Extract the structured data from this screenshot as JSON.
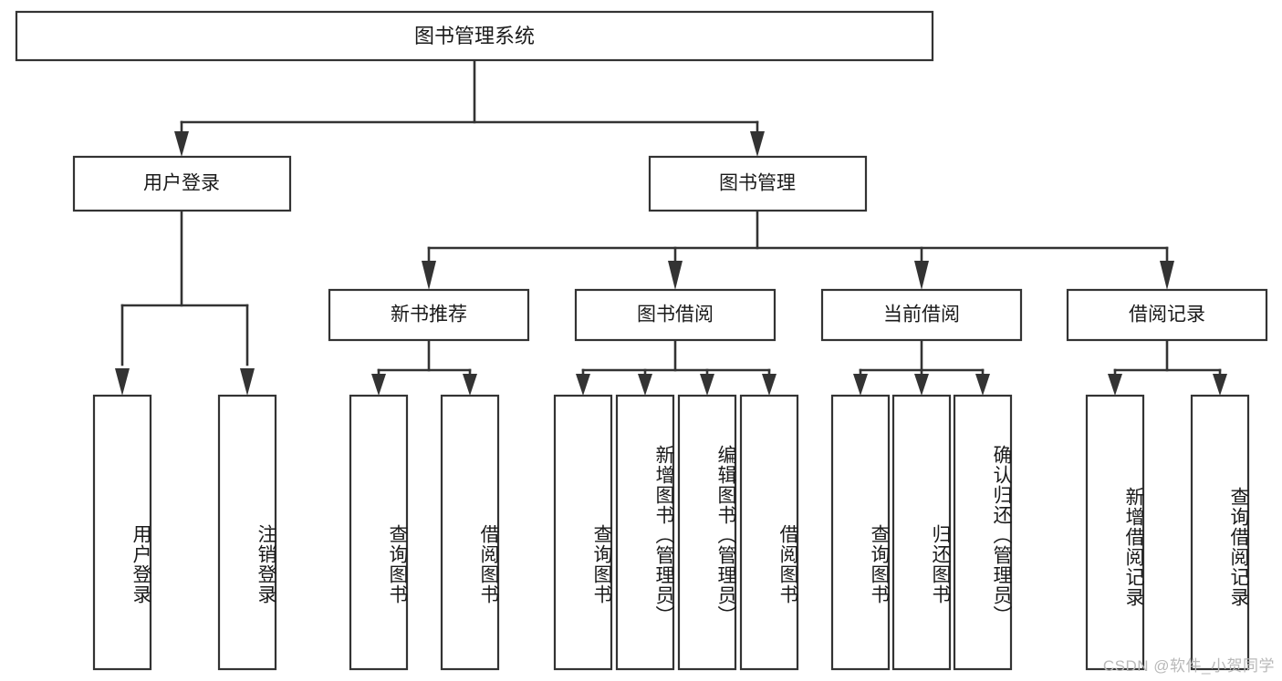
{
  "diagram": {
    "title": "图书管理系统",
    "type": "tree-hierarchy",
    "watermark": "CSDN @软件_小贺同学",
    "root": {
      "id": "root",
      "label": "图书管理系统"
    },
    "level2": [
      {
        "id": "user-login",
        "label": "用户登录"
      },
      {
        "id": "book-manage",
        "label": "图书管理"
      }
    ],
    "level3": [
      {
        "id": "new-book-rec",
        "label": "新书推荐",
        "parent": "book-manage"
      },
      {
        "id": "book-borrow",
        "label": "图书借阅",
        "parent": "book-manage"
      },
      {
        "id": "current-borrow",
        "label": "当前借阅",
        "parent": "book-manage"
      },
      {
        "id": "borrow-record",
        "label": "借阅记录",
        "parent": "book-manage"
      }
    ],
    "leaves": {
      "user-login": [
        {
          "id": "leaf-user-login",
          "label": "用户登录"
        },
        {
          "id": "leaf-logout",
          "label": "注销登录"
        }
      ],
      "new-book-rec": [
        {
          "id": "leaf-query-book-1",
          "label": "查询图书"
        },
        {
          "id": "leaf-borrow-book-1",
          "label": "借阅图书"
        }
      ],
      "book-borrow": [
        {
          "id": "leaf-query-book-2",
          "label": "查询图书"
        },
        {
          "id": "leaf-add-book",
          "label": "新增图书（管理员）"
        },
        {
          "id": "leaf-edit-book",
          "label": "编辑图书（管理员）"
        },
        {
          "id": "leaf-borrow-book-2",
          "label": "借阅图书"
        }
      ],
      "current-borrow": [
        {
          "id": "leaf-query-book-3",
          "label": "查询图书"
        },
        {
          "id": "leaf-return-book",
          "label": "归还图书"
        },
        {
          "id": "leaf-confirm-return",
          "label": "确认归还（管理员）"
        }
      ],
      "borrow-record": [
        {
          "id": "leaf-add-record",
          "label": "新增借阅记录"
        },
        {
          "id": "leaf-query-record",
          "label": "查询借阅记录"
        }
      ]
    },
    "colors": {
      "stroke": "#333333",
      "fill": "#ffffff",
      "text": "#1a1a1a",
      "watermark": "#b9b9b9",
      "background": "#ffffff"
    }
  }
}
